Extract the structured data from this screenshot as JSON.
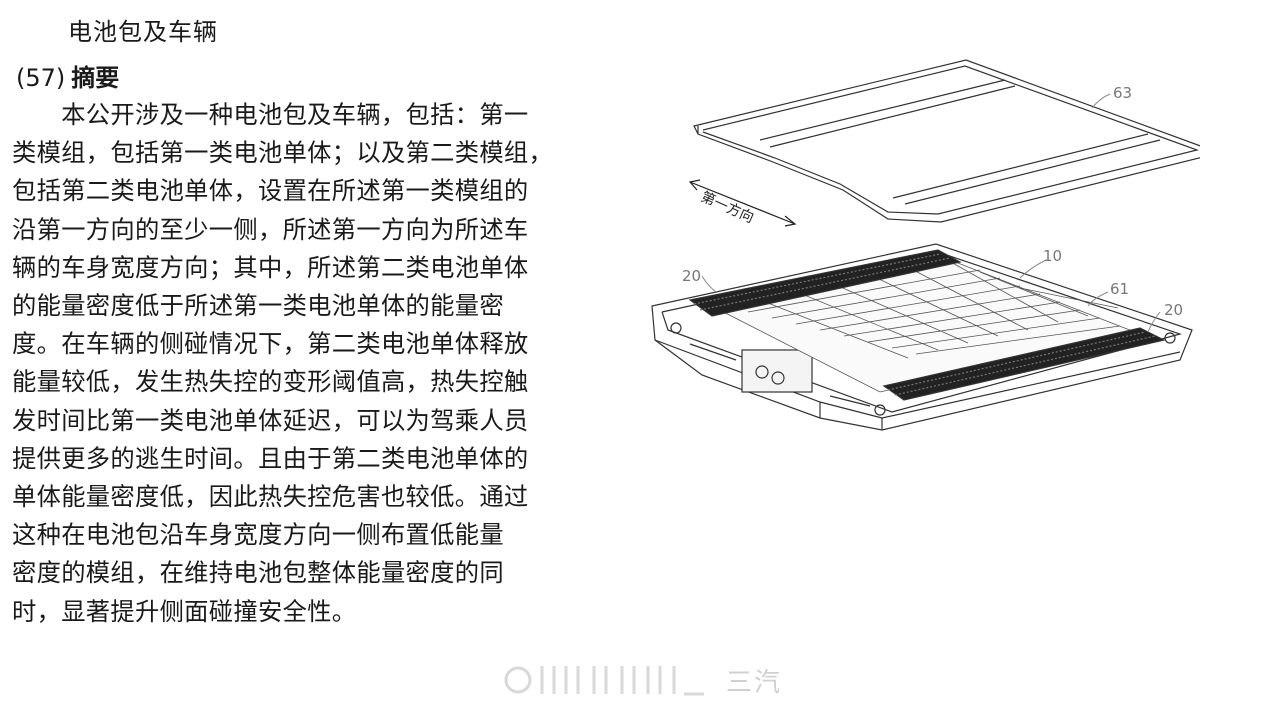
{
  "header": {
    "title": "电池包及车辆",
    "abstract_number": "(57)",
    "abstract_label": "摘要"
  },
  "abstract_lines": [
    "　　本公开涉及一种电池包及车辆，包括：第一",
    "类模组，包括第一类电池单体；以及第二类模组，",
    "包括第二类电池单体，设置在所述第一类模组的",
    "沿第一方向的至少一侧，所述第一方向为所述车",
    "辆的车身宽度方向；其中，所述第二类电池单体",
    "的能量密度低于所述第一类电池单体的能量密",
    "度。在车辆的侧碰情况下，第二类电池单体释放",
    "能量较低，发生热失控的变形阈值高，热失控触",
    "发时间比第一类电池单体延迟，可以为驾乘人员",
    "提供更多的逃生时间。且由于第二类电池单体的",
    "单体能量密度低，因此热失控危害也较低。通过",
    "这种在电池包沿车身宽度方向一侧布置低能量",
    "密度的模组，在维持电池包整体能量密度的同",
    "时，显著提升侧面碰撞安全性。"
  ],
  "figure": {
    "direction_label": "第一方向",
    "ref_cover": "63",
    "ref_module_left": "20",
    "ref_module_right": "20",
    "ref_main": "10",
    "ref_tray": "61"
  },
  "watermark": {
    "text": "三汽"
  }
}
